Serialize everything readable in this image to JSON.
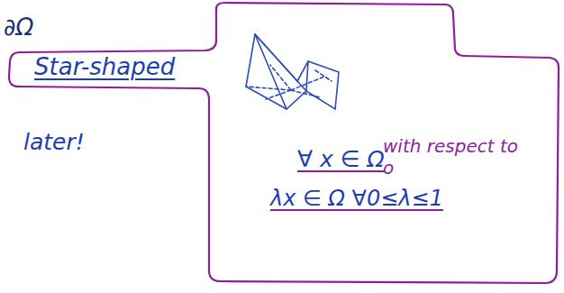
{
  "diagram": {
    "nodes": [
      {
        "text": [
          "Star-shaped"
        ]
      },
      {
        "text": [
          "with respect to o",
          "∀ x ∈ Ω",
          "λx ∈ Ω ∀0≤λ≤1"
        ]
      }
    ],
    "labels": [
      "∂Ω",
      "later!"
    ]
  }
}
